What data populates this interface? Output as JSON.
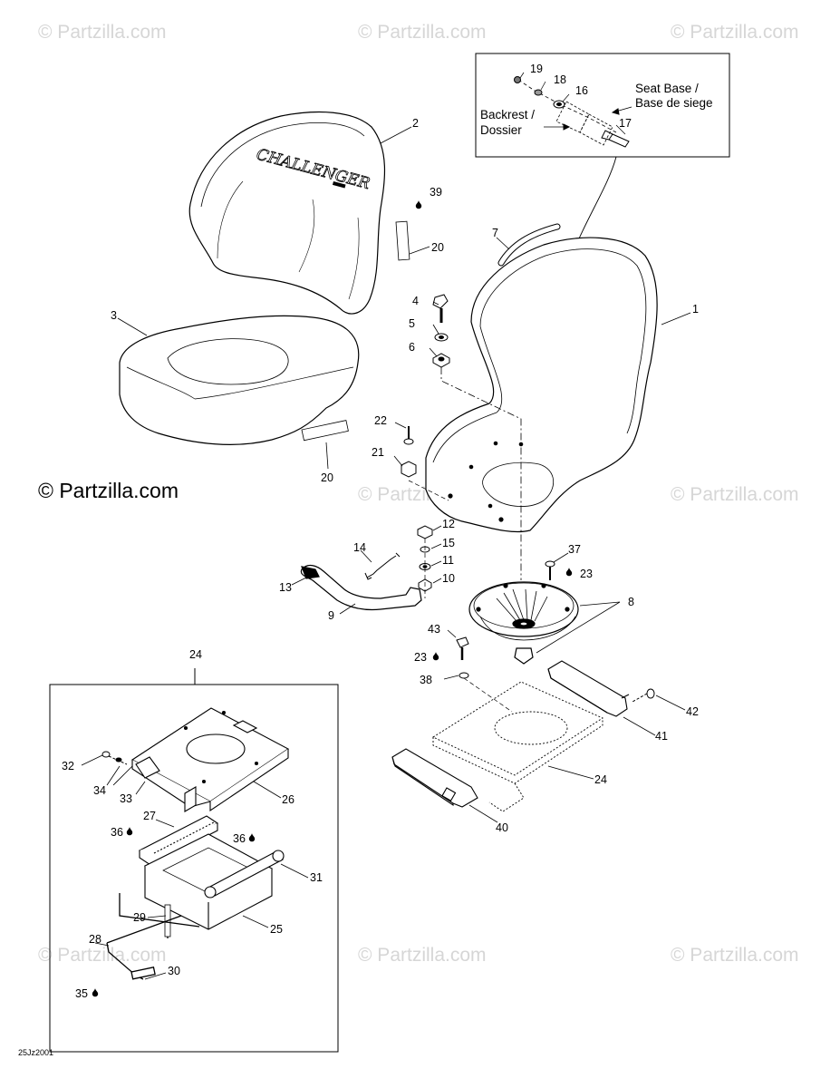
{
  "watermark": "© Partzilla.com",
  "brand_notice": "© Partzilla.com",
  "diagram_code": "25Jz2001",
  "backrest_logo": "CHALLENGER",
  "inset_labels": {
    "backrest": "Backrest /",
    "dossier": "Dossier",
    "seat_base": "Seat Base /",
    "base_de_siege": "Base de siege"
  },
  "callouts": {
    "n1": "1",
    "n2": "2",
    "n3": "3",
    "n4": "4",
    "n5": "5",
    "n6": "6",
    "n7": "7",
    "n8": "8",
    "n9": "9",
    "n10": "10",
    "n11": "11",
    "n12": "12",
    "n13": "13",
    "n14": "14",
    "n15": "15",
    "n16": "16",
    "n17": "17",
    "n18": "18",
    "n19": "19",
    "n20a": "20",
    "n20b": "20",
    "n21": "21",
    "n22": "22",
    "n23a": "23",
    "n23b": "23",
    "n24a": "24",
    "n24b": "24",
    "n25": "25",
    "n26": "26",
    "n27": "27",
    "n28": "28",
    "n29": "29",
    "n30": "30",
    "n31": "31",
    "n32": "32",
    "n33": "33",
    "n34": "34",
    "n35": "35",
    "n36a": "36",
    "n36b": "36",
    "n37": "37",
    "n38": "38",
    "n39": "39",
    "n40": "40",
    "n41": "41",
    "n42": "42",
    "n43": "43"
  }
}
